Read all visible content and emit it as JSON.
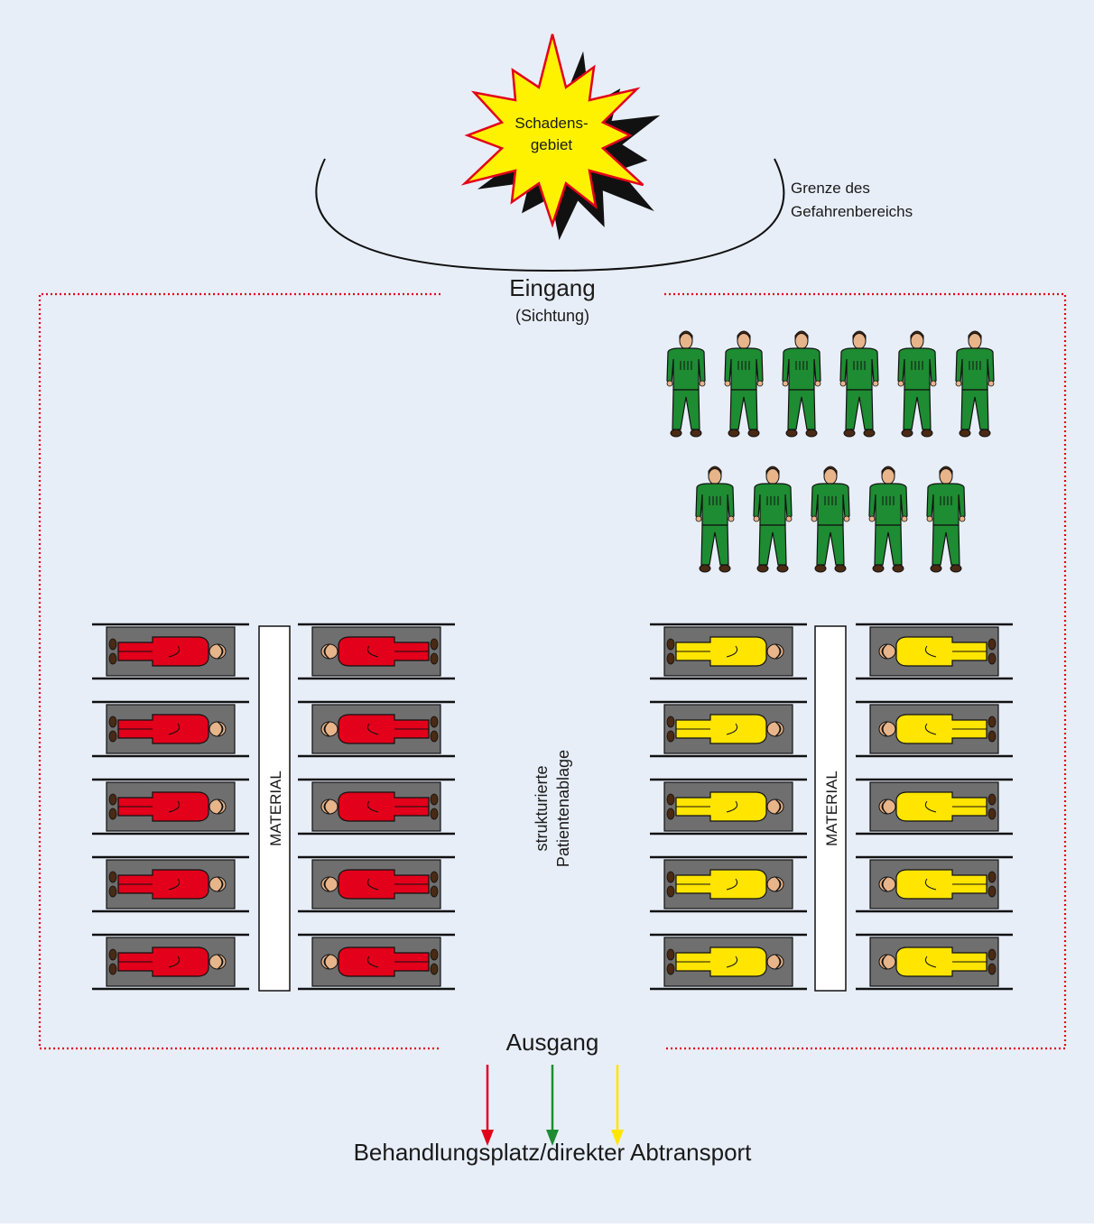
{
  "background_color": "#e8eef8",
  "damage_zone": {
    "label_line1": "Schadens-",
    "label_line2": "gebiet",
    "star_fill": "#fff200",
    "star_outline": "#e2001a",
    "shadow_color": "#111111"
  },
  "hazard_boundary": {
    "label_line1": "Grenze des",
    "label_line2": "Gefahrenbereichs"
  },
  "entrance": {
    "label": "Eingang",
    "sublabel": "(Sichtung)"
  },
  "exit": {
    "label": "Ausgang"
  },
  "center_label": {
    "line1": "strukturierte",
    "line2": "Patientenablage"
  },
  "material_label": "MATERIAL",
  "footer_label": "Behandlungsplatz/direkter Abtransport",
  "colors": {
    "red": "#e2001a",
    "green": "#1e8c32",
    "yellow": "#ffe500",
    "boundary_dotted": "#e2001a",
    "stretcher": "#6f6f6f",
    "skin": "#e8b48a",
    "hair": "#4a2a14"
  },
  "groups": {
    "standing_green_patients": 11,
    "red_stretchers": 10,
    "yellow_stretchers": 10
  },
  "exit_arrows": [
    "red",
    "green",
    "yellow"
  ]
}
